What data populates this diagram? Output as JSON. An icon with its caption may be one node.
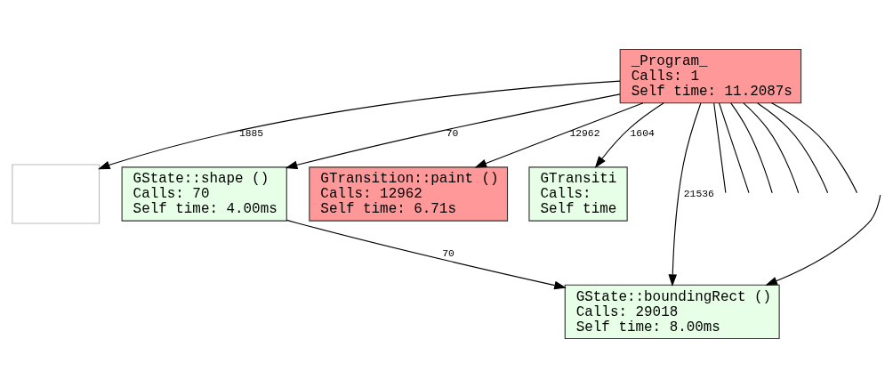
{
  "diagram": {
    "nodes": [
      {
        "text": [
          "_Program_",
          "Calls: 1",
          "Self time: 11.2087s"
        ]
      },
      {
        "text": [],
        "shape": "box"
      },
      {
        "text": [
          "GState::shape ()",
          "Calls: 70",
          "Self time: 4.00ms"
        ]
      },
      {
        "text": [
          "GTransition::paint ()",
          "Calls: 12962",
          "Self time: 6.71s"
        ]
      },
      {
        "text": [
          "GTransiti",
          "Calls:",
          "Self time"
        ]
      },
      {
        "text": [
          "GState::boundingRect ()",
          "Calls: 29018",
          "Self time: 8.00ms"
        ]
      }
    ],
    "edges": [
      {
        "from": 0,
        "to": null,
        "arrow": "none"
      },
      {
        "from": 0,
        "to": null,
        "arrow": "none"
      },
      {
        "from": 0,
        "to": null,
        "arrow": "none"
      },
      {
        "from": 0,
        "to": 1,
        "arrow": "to",
        "label": "1885"
      },
      {
        "from": 0,
        "to": 2,
        "arrow": "to",
        "label": "70"
      },
      {
        "from": 0,
        "to": 3,
        "arrow": "to",
        "label": "12962"
      },
      {
        "from": 0,
        "to": 5,
        "arrow": "to",
        "label": "21536"
      },
      {
        "from": 0,
        "to": 4,
        "arrow": "to",
        "label": "1604"
      },
      {
        "from": 0,
        "to": null,
        "arrow": "none"
      },
      {
        "from": 0,
        "to": null,
        "arrow": "none"
      },
      {
        "from": 0,
        "to": null,
        "arrow": "none"
      },
      {
        "from": 2,
        "to": 5,
        "arrow": "to",
        "label": "70"
      },
      {
        "from": null,
        "to": 5,
        "arrow": "to"
      }
    ]
  }
}
